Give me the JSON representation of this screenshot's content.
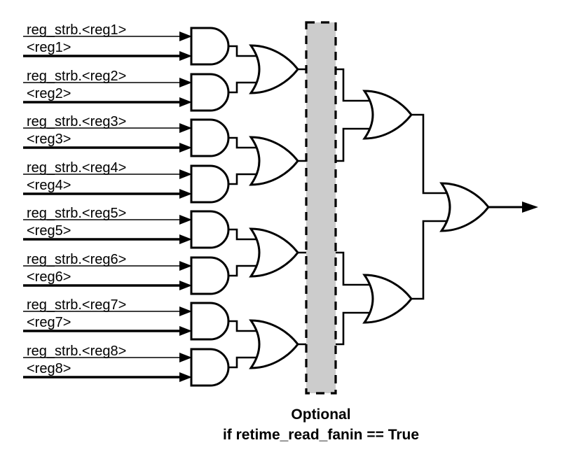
{
  "diagram": {
    "type": "logic-circuit fan-in tree",
    "colors": {
      "background": "#ffffff",
      "line": "#000000",
      "gate_fill": "#ffffff",
      "optional_fill": "#cccccc",
      "optional_border": "#000000"
    },
    "inputs": [
      {
        "strobe": "reg_strb.<reg1>",
        "data": "<reg1>"
      },
      {
        "strobe": "reg_strb.<reg2>",
        "data": "<reg2>"
      },
      {
        "strobe": "reg_strb.<reg3>",
        "data": "<reg3>"
      },
      {
        "strobe": "reg_strb.<reg4>",
        "data": "<reg4>"
      },
      {
        "strobe": "reg_strb.<reg5>",
        "data": "<reg5>"
      },
      {
        "strobe": "reg_strb.<reg6>",
        "data": "<reg6>"
      },
      {
        "strobe": "reg_strb.<reg7>",
        "data": "<reg7>"
      },
      {
        "strobe": "reg_strb.<reg8>",
        "data": "<reg8>"
      }
    ],
    "gates": {
      "and_gates": 8,
      "or_gates_stage2": 4,
      "or_gates_stage3": 2,
      "or_gates_final": 1
    },
    "optional_region": {
      "caption_line1": "Optional",
      "caption_line2": "if retime_read_fanin == True"
    }
  }
}
